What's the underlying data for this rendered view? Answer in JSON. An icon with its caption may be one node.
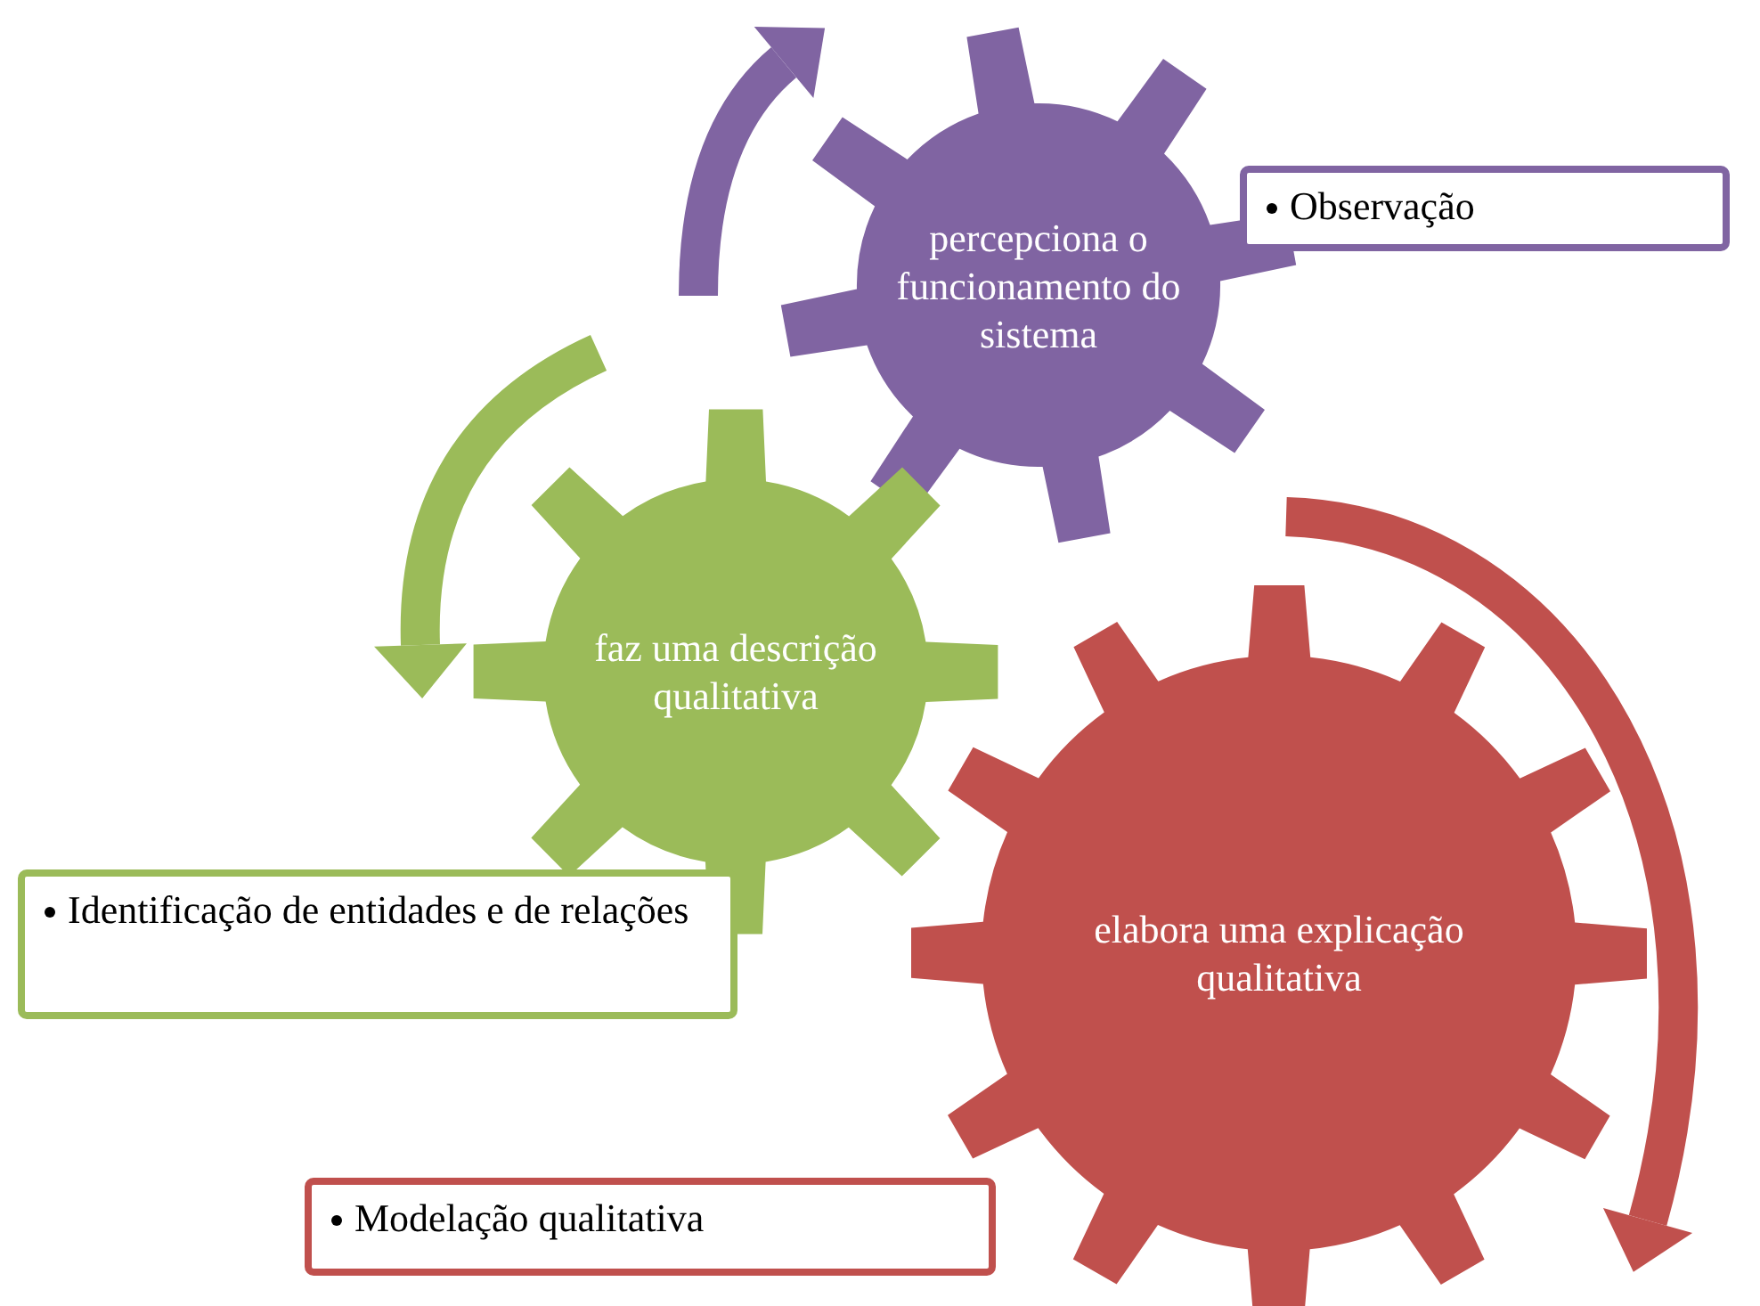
{
  "diagram": {
    "nodes": [
      {
        "text": [
          "percepciona o funcionamento do sistema"
        ]
      },
      {
        "text": [
          "Observação"
        ]
      },
      {
        "text": [
          "faz uma descrição qualitativa"
        ]
      },
      {
        "text": [
          "Identificação de entidades e de relações"
        ]
      },
      {
        "text": [
          "elabora uma explicação qualitativa"
        ]
      },
      {
        "text": [
          "Modelação qualitativa"
        ]
      }
    ],
    "edges": []
  }
}
